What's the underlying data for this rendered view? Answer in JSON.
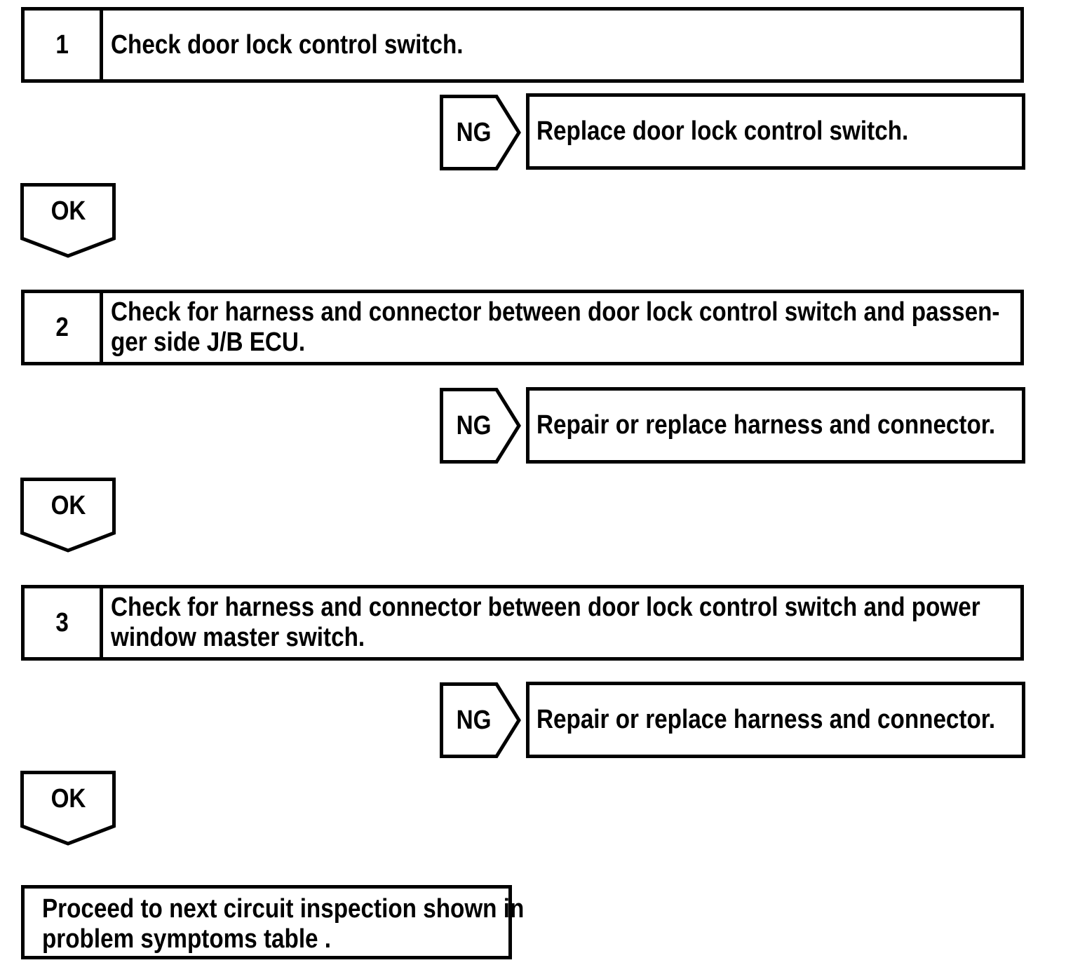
{
  "labels": {
    "ng": "NG",
    "ok": "OK"
  },
  "steps": [
    {
      "number": "1",
      "instruction_line1": "Check door lock control switch.",
      "instruction_line2": "",
      "ng_action": "Replace door lock control switch."
    },
    {
      "number": "2",
      "instruction_line1": "Check for harness and connector between door lock control switch and passen-",
      "instruction_line2": "ger side J/B ECU.",
      "ng_action": "Repair or replace harness and connector."
    },
    {
      "number": "3",
      "instruction_line1": "Check for harness and connector between door lock control switch and power",
      "instruction_line2": "window master switch.",
      "ng_action": "Repair or replace harness and connector."
    }
  ],
  "final": {
    "line1": "Proceed to next circuit inspection shown in",
    "line2": "problem symptoms table ."
  },
  "colors": {
    "ink": "#000000",
    "background": "#ffffff"
  }
}
